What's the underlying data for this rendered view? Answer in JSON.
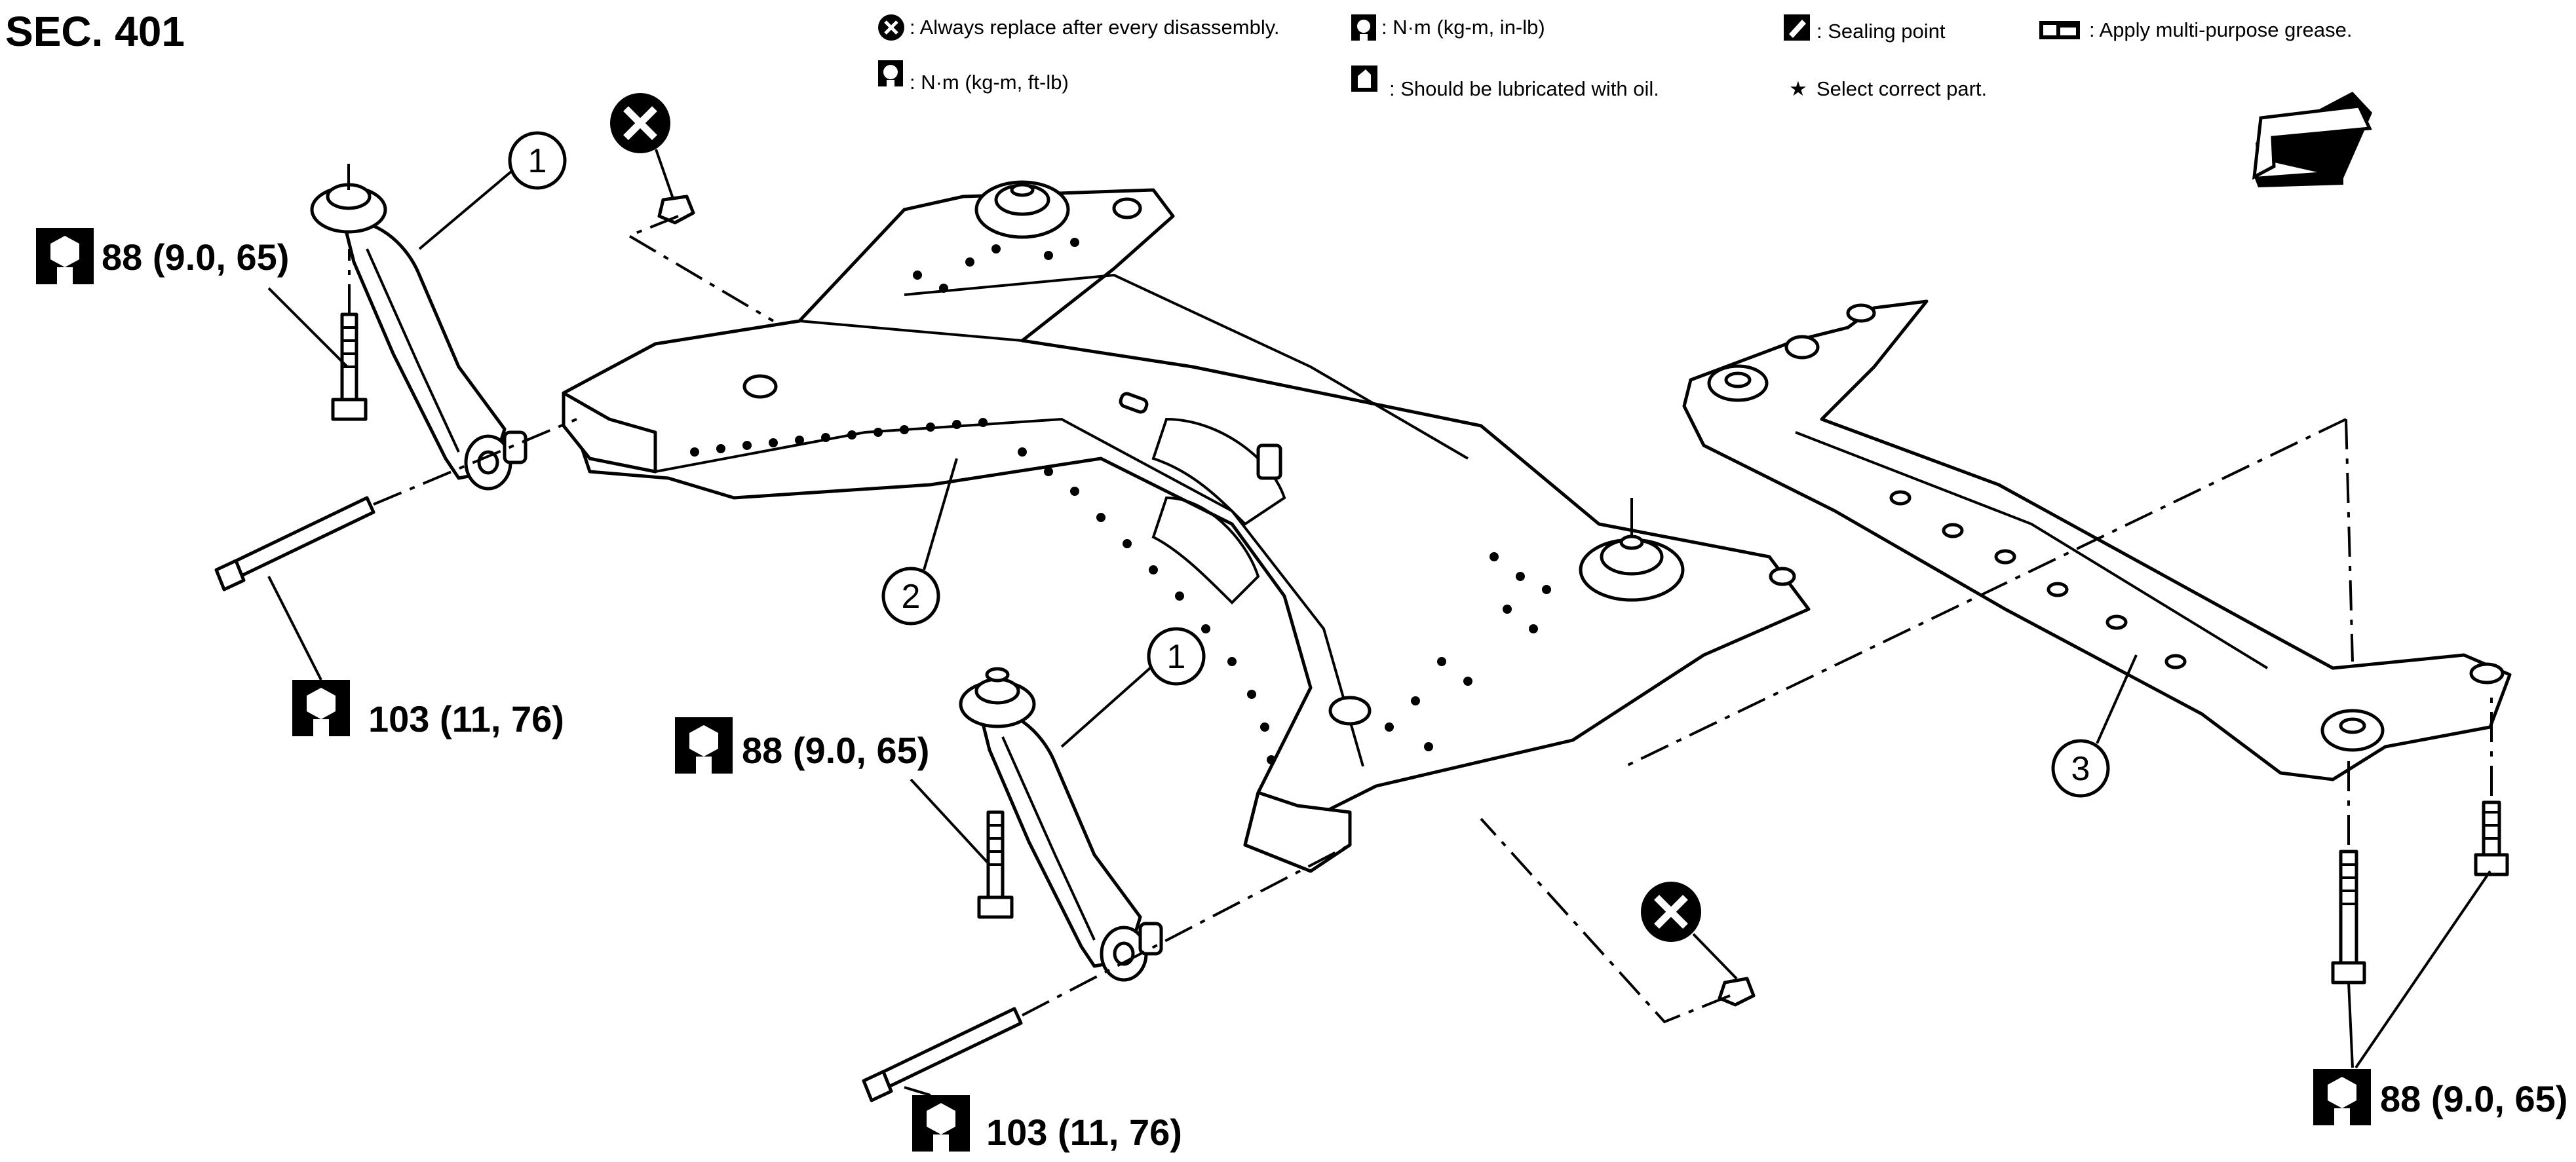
{
  "title": "SEC. 401",
  "legend": {
    "replace": ": Always replace after every disassembly.",
    "nm_in_lb": ": N·m (kg-m, in-lb)",
    "sealing": ": Sealing point",
    "grease": ": Apply multi-purpose grease.",
    "nm_ft_lb": ": N·m (kg-m, ft-lb)",
    "lubricate": ": Should be lubricated with oil.",
    "select": "Select correct part.",
    "select_symbol": "★"
  },
  "torques": {
    "left_link_top": "88 (9.0, 65)",
    "left_link_bolt": "103 (11, 76)",
    "center_link_top": "88 (9.0, 65)",
    "center_link_bolt": "103 (11, 76)",
    "member_bolts": "88 (9.0, 65)"
  },
  "callouts": {
    "link_left": "1",
    "link_center": "1",
    "suspension_member": "2",
    "member_stay": "3"
  },
  "icons": [
    "replace-symbol-icon",
    "torque-wrench-icon",
    "arrow-front-icon"
  ]
}
